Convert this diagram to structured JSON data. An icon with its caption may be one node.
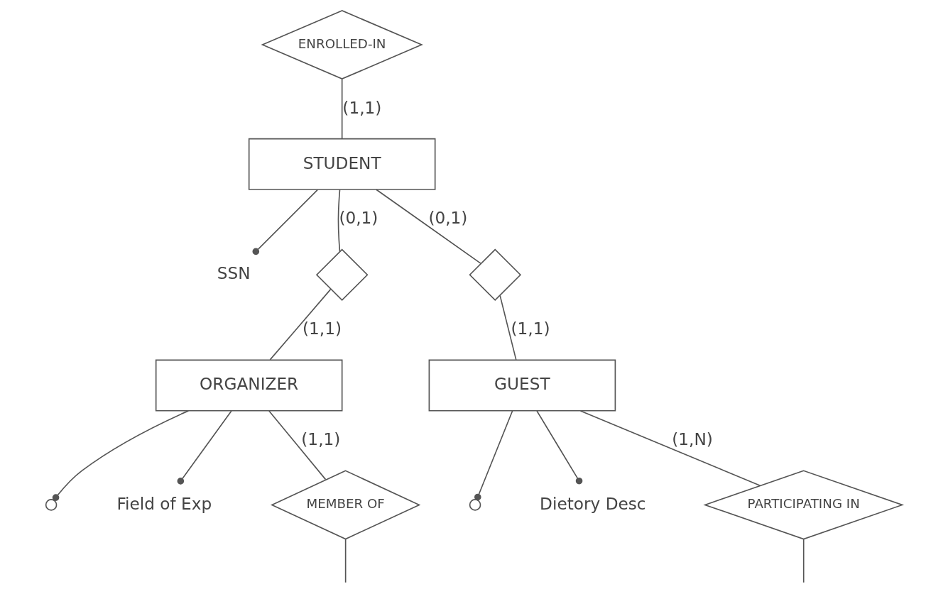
{
  "diagram": {
    "nodes": [
      {
        "text": [
          "ENROLLED-IN"
        ]
      },
      {
        "text": [
          "STUDENT"
        ]
      },
      {
        "text": [
          "SSN"
        ]
      },
      {
        "text": [],
        "shape": "diamond"
      },
      {
        "text": [],
        "shape": "diamond"
      },
      {
        "text": [],
        "shape": "circle"
      },
      {
        "text": [],
        "shape": "circle"
      },
      {
        "text": [
          "ORGANIZER"
        ]
      },
      {
        "text": [
          "Field of Exp"
        ]
      },
      {
        "text": [
          "GUEST"
        ]
      },
      {
        "text": [
          "Dietory Desc"
        ]
      },
      {
        "text": [
          "MEMBER OF"
        ]
      },
      {
        "text": [
          "PARTICIPATING IN"
        ]
      }
    ],
    "edges": [
      {
        "from": 0,
        "to": 1,
        "arrow": "none",
        "label": "(1,1)"
      },
      {
        "from": 1,
        "to": 2,
        "arrow": "other"
      },
      {
        "from": 1,
        "to": 3,
        "arrow": "none",
        "label": "(0,1)"
      },
      {
        "from": 1,
        "to": 4,
        "arrow": "none",
        "label": "(0,1)"
      },
      {
        "from": 3,
        "to": 7,
        "arrow": "none",
        "label": "(1,1)"
      },
      {
        "from": 7,
        "to": 5,
        "arrow": "other"
      },
      {
        "from": 4,
        "to": 9,
        "arrow": "none",
        "label": "(1,1)"
      },
      {
        "from": 9,
        "to": 6,
        "arrow": "other"
      },
      {
        "from": 7,
        "to": 8,
        "arrow": "other"
      },
      {
        "from": 9,
        "to": 10,
        "arrow": "other"
      },
      {
        "from": 7,
        "to": 11,
        "arrow": "none",
        "label": "(1,1)"
      },
      {
        "from": 9,
        "to": 12,
        "arrow": "none",
        "label": "(1,N)"
      },
      {
        "from": 11,
        "to": null,
        "arrow": "none"
      },
      {
        "from": 12,
        "to": null,
        "arrow": "none"
      }
    ]
  }
}
